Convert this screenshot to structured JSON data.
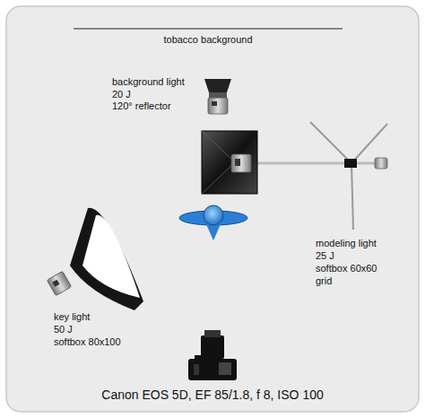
{
  "diagram": {
    "caption": "Canon EOS 5D, EF 85/1.8, f 8, ISO 100",
    "labels": [
      "tobacco background",
      "background light",
      "20 J",
      "120° reflector",
      "modeling light",
      "25 J",
      "softbox 60x60",
      "grid",
      "key light",
      "50 J",
      "softbox 80x100"
    ]
  }
}
